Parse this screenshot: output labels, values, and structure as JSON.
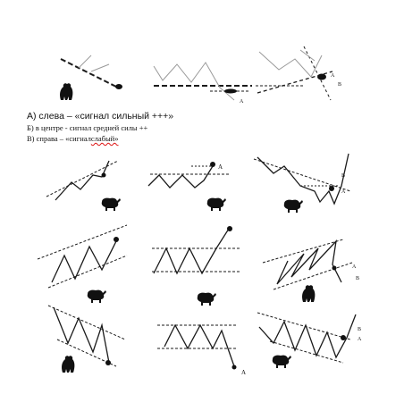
{
  "captions": {
    "a": "А) слева – «сигнал сильный +++»",
    "b": "Б) в центре - сигнал средней силы ++",
    "c_prefix": "В) справа – «сигнал",
    "c_underlined": "слабый»"
  },
  "point_labels": {
    "a": "A",
    "b": "B"
  },
  "colors": {
    "ink": "#1a1a1a",
    "guide": "#9a9a9a",
    "spellcheck": "#dd1111"
  },
  "icons": {
    "bear": "bear-icon",
    "bull": "bull-icon"
  }
}
